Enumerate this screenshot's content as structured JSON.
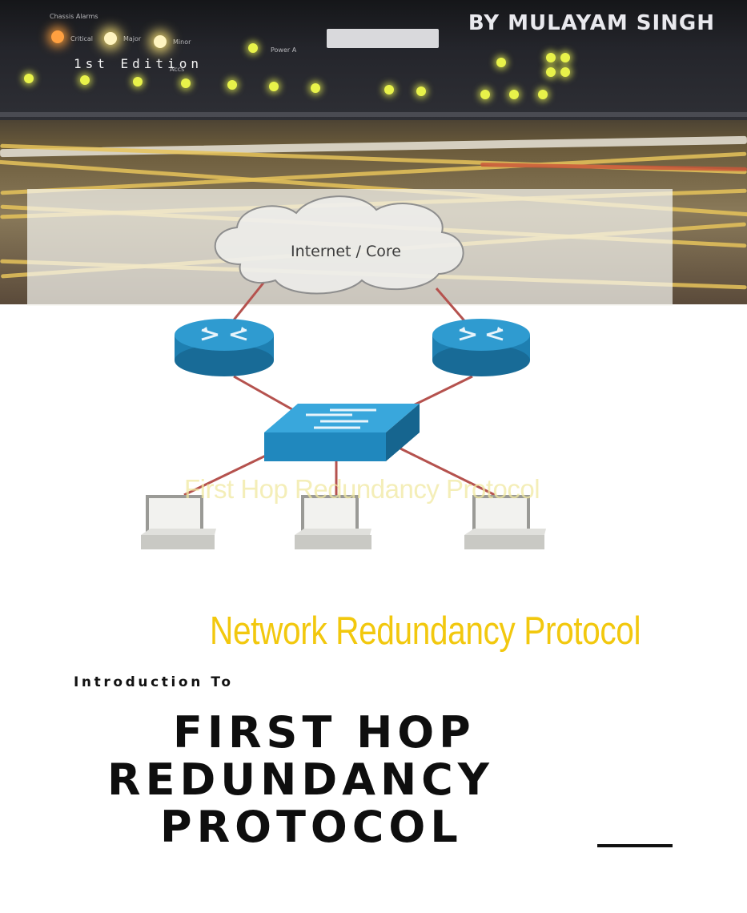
{
  "cover": {
    "edition": "1st Edition",
    "author": "BY MULAYAM SINGH",
    "intro": "Introduction To",
    "subtitle": "Network Redundancy Protocol",
    "title_lines": [
      "FIRST HOP",
      "REDUNDANCY",
      "PROTOCOL"
    ],
    "faded_title": "First Hop Redundancy Protocol"
  },
  "panel": {
    "labels": [
      "Chassis Alarms",
      "Critical",
      "Major",
      "Minor",
      "Accs",
      "Power A"
    ]
  },
  "diagram": {
    "cloud_label": "Internet / Core",
    "nodes": [
      "internet-core-cloud",
      "router-left",
      "router-right",
      "switch",
      "computer-left",
      "computer-middle",
      "computer-right"
    ],
    "colors": {
      "device": "#2f9bd0",
      "device_dark": "#1b6f9c",
      "link": "#b5524e",
      "computer": "#c9c9c4"
    }
  },
  "colors": {
    "subtitle": "#f2c80e",
    "title": "#0e0e0e"
  }
}
